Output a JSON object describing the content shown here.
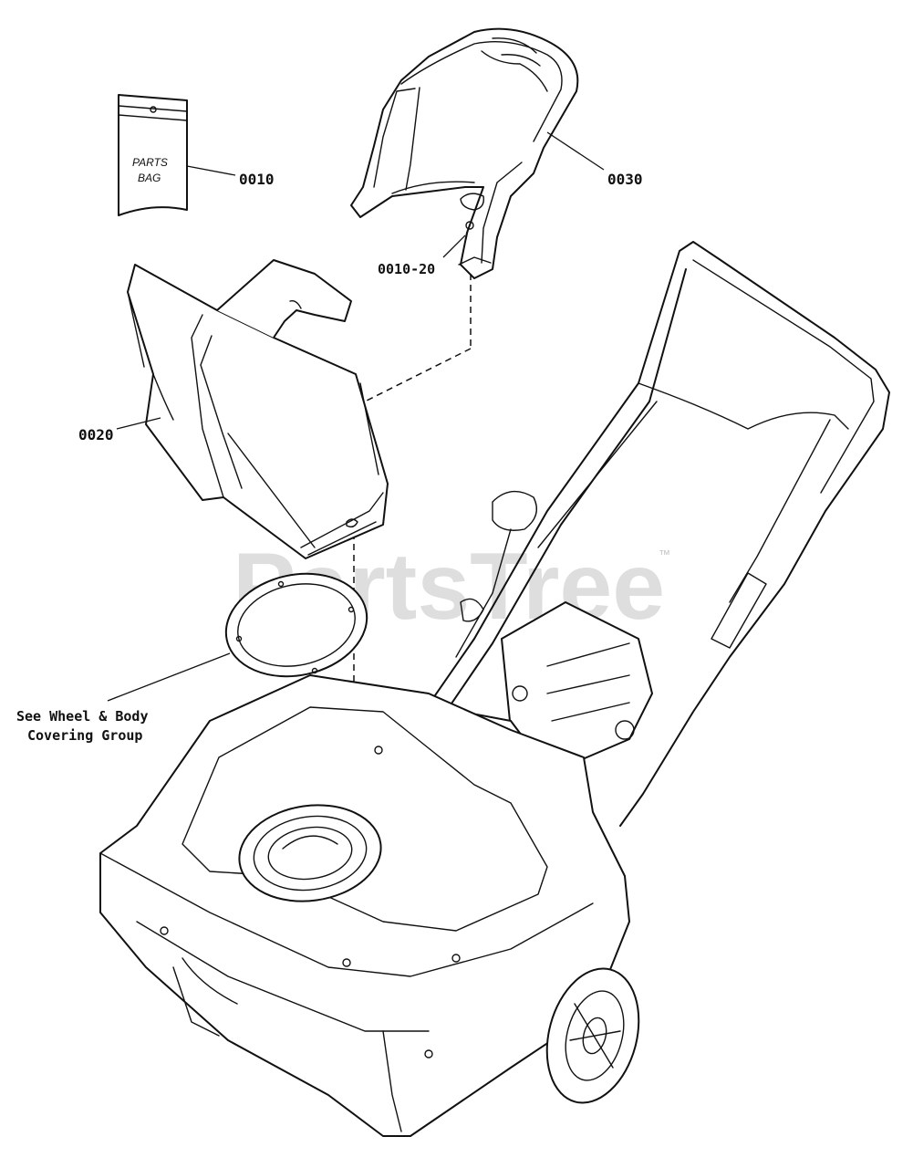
{
  "callouts": {
    "parts_bag": "0010",
    "chute": "0020",
    "chute_handle": "0030",
    "fastener": "0010-20"
  },
  "parts_bag_text": {
    "line1": "PARTS",
    "line2": "BAG"
  },
  "reference_note": {
    "line1": "See Wheel & Body",
    "line2": "Covering Group"
  },
  "watermark": {
    "text": "PartsTree",
    "trademark": "™"
  }
}
